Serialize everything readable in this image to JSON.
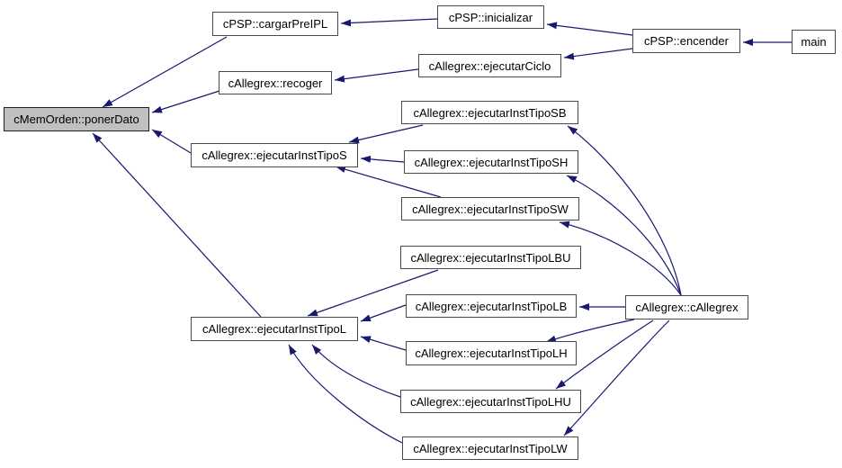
{
  "diagram": {
    "type": "doxygen-caller-graph",
    "root": "cMemOrden::ponerDato",
    "colors": {
      "background": "#ffffff",
      "edge": "#191970",
      "node_fill": "#ffffff",
      "node_border": "#4a4a4a",
      "root_fill": "#c0c0c0",
      "text": "#000000"
    },
    "nodes": [
      {
        "id": "ponerDato",
        "label": "cMemOrden::ponerDato",
        "role": "root"
      },
      {
        "id": "cargarPreIPL",
        "label": "cPSP::cargarPreIPL"
      },
      {
        "id": "inicializar",
        "label": "cPSP::inicializar"
      },
      {
        "id": "encender",
        "label": "cPSP::encender"
      },
      {
        "id": "main",
        "label": "main"
      },
      {
        "id": "ejecutarCiclo",
        "label": "cAllegrex::ejecutarCiclo"
      },
      {
        "id": "recoger",
        "label": "cAllegrex::recoger"
      },
      {
        "id": "ejecutarInstTipoS",
        "label": "cAllegrex::ejecutarInstTipoS"
      },
      {
        "id": "ejecutarInstTipoSB",
        "label": "cAllegrex::ejecutarInstTipoSB"
      },
      {
        "id": "ejecutarInstTipoSH",
        "label": "cAllegrex::ejecutarInstTipoSH"
      },
      {
        "id": "ejecutarInstTipoSW",
        "label": "cAllegrex::ejecutarInstTipoSW"
      },
      {
        "id": "ejecutarInstTipoLBU",
        "label": "cAllegrex::ejecutarInstTipoLBU"
      },
      {
        "id": "ejecutarInstTipoLB",
        "label": "cAllegrex::ejecutarInstTipoLB"
      },
      {
        "id": "cAllegrexCtor",
        "label": "cAllegrex::cAllegrex"
      },
      {
        "id": "ejecutarInstTipoLH",
        "label": "cAllegrex::ejecutarInstTipoLH"
      },
      {
        "id": "ejecutarInstTipoLHU",
        "label": "cAllegrex::ejecutarInstTipoLHU"
      },
      {
        "id": "ejecutarInstTipoLW",
        "label": "cAllegrex::ejecutarInstTipoLW"
      },
      {
        "id": "ejecutarInstTipoL",
        "label": "cAllegrex::ejecutarInstTipoL"
      }
    ],
    "edges": [
      {
        "from": "cPSP::cargarPreIPL",
        "to": "cMemOrden::ponerDato"
      },
      {
        "from": "cAllegrex::recoger",
        "to": "cMemOrden::ponerDato"
      },
      {
        "from": "cAllegrex::ejecutarInstTipoS",
        "to": "cMemOrden::ponerDato"
      },
      {
        "from": "cAllegrex::ejecutarInstTipoL",
        "to": "cMemOrden::ponerDato"
      },
      {
        "from": "cPSP::inicializar",
        "to": "cPSP::cargarPreIPL"
      },
      {
        "from": "cPSP::encender",
        "to": "cPSP::inicializar"
      },
      {
        "from": "cPSP::encender",
        "to": "cAllegrex::ejecutarCiclo"
      },
      {
        "from": "main",
        "to": "cPSP::encender"
      },
      {
        "from": "cAllegrex::ejecutarCiclo",
        "to": "cAllegrex::recoger"
      },
      {
        "from": "cAllegrex::ejecutarInstTipoSB",
        "to": "cAllegrex::ejecutarInstTipoS"
      },
      {
        "from": "cAllegrex::ejecutarInstTipoSH",
        "to": "cAllegrex::ejecutarInstTipoS"
      },
      {
        "from": "cAllegrex::ejecutarInstTipoSW",
        "to": "cAllegrex::ejecutarInstTipoS"
      },
      {
        "from": "cAllegrex::ejecutarInstTipoLBU",
        "to": "cAllegrex::ejecutarInstTipoL"
      },
      {
        "from": "cAllegrex::ejecutarInstTipoLB",
        "to": "cAllegrex::ejecutarInstTipoL"
      },
      {
        "from": "cAllegrex::ejecutarInstTipoLH",
        "to": "cAllegrex::ejecutarInstTipoL"
      },
      {
        "from": "cAllegrex::ejecutarInstTipoLHU",
        "to": "cAllegrex::ejecutarInstTipoL"
      },
      {
        "from": "cAllegrex::ejecutarInstTipoLW",
        "to": "cAllegrex::ejecutarInstTipoL"
      },
      {
        "from": "cAllegrex::cAllegrex",
        "to": "cAllegrex::ejecutarInstTipoSB"
      },
      {
        "from": "cAllegrex::cAllegrex",
        "to": "cAllegrex::ejecutarInstTipoSH"
      },
      {
        "from": "cAllegrex::cAllegrex",
        "to": "cAllegrex::ejecutarInstTipoSW"
      },
      {
        "from": "cAllegrex::cAllegrex",
        "to": "cAllegrex::ejecutarInstTipoLB"
      },
      {
        "from": "cAllegrex::cAllegrex",
        "to": "cAllegrex::ejecutarInstTipoLH"
      },
      {
        "from": "cAllegrex::cAllegrex",
        "to": "cAllegrex::ejecutarInstTipoLHU"
      },
      {
        "from": "cAllegrex::cAllegrex",
        "to": "cAllegrex::ejecutarInstTipoLW"
      }
    ]
  }
}
